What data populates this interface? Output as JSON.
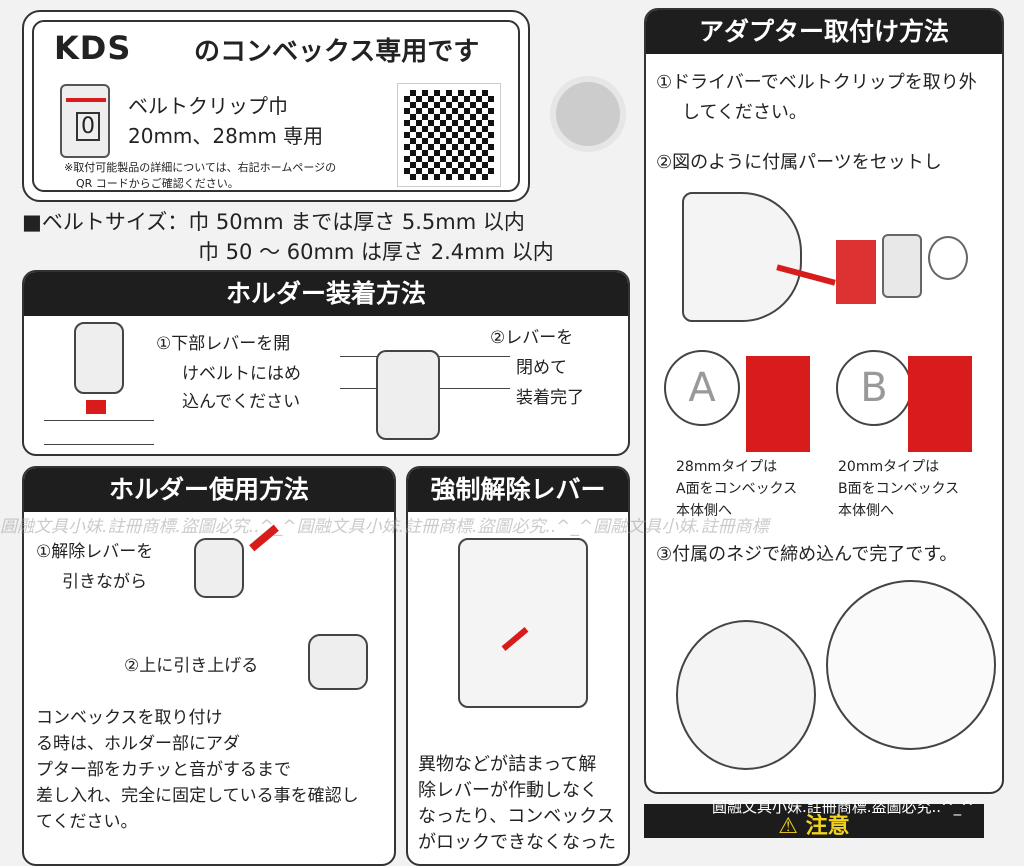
{
  "top_box": {
    "brand": "KDS",
    "title_suffix": "のコンベックス専用です",
    "clip_line1": "ベルトクリップ巾",
    "clip_line2": "20mm、28mm 専用",
    "note1": "※取付可能製品の詳細については、右記ホームページの",
    "note2": "QR コードからご確認ください。",
    "clip_icon_label": "0"
  },
  "belt_size": {
    "line1": "■ベルトサイズ：巾 50mm までは厚さ 5.5mm 以内",
    "line2": "巾 50 ～ 60mm は厚さ 2.4mm 以内"
  },
  "holder_attach": {
    "title": "ホルダー装着方法",
    "step1": [
      "①下部レバーを開",
      "けベルトにはめ",
      "込んでください"
    ],
    "step2": [
      "②レバーを",
      "閉めて",
      "装着完了"
    ]
  },
  "holder_use": {
    "title": "ホルダー使用方法",
    "step1": [
      "①解除レバーを",
      "引きながら"
    ],
    "step2": "②上に引き上げる",
    "body": [
      "コンベックスを取り付け",
      "る時は、ホルダー部にアダ",
      "プター部をカチッと音がするまで",
      "差し入れ、完全に固定している事を確認し",
      "てください。"
    ]
  },
  "release_lever": {
    "title": "強制解除レバー",
    "body": [
      "異物などが詰まって解",
      "除レバーが作動しなく",
      "なったり、コンベックス",
      "がロックできなくなった"
    ]
  },
  "adapter": {
    "title": "アダプター取付け方法",
    "step1": [
      "①ドライバーでベルトクリップを取り外",
      "してください。"
    ],
    "step2": "②図のように付属パーツをセットし",
    "typeA": [
      "28mmタイプは",
      "A面をコンベックス",
      "本体側へ"
    ],
    "typeB": [
      "20mmタイプは",
      "B面をコンベックス",
      "本体側へ"
    ],
    "labelA": "A",
    "labelB": "B",
    "step3": "③付属のネジで締め込んで完了です。"
  },
  "caution": {
    "label": "⚠ 注意"
  },
  "watermark": "圓融文具小妹.註冊商標.盜圖必究..^_^圓融文具小妹.註冊商標.盜圖必究..^_^圓融文具小妹.註冊商標",
  "watermark2": "圓融文具小妹.註冊商標.盜圖必究..^_^",
  "colors": {
    "accent_red": "#d81c1c",
    "header_dark": "#1e1e1e",
    "caution_yellow": "#f2d21b"
  }
}
